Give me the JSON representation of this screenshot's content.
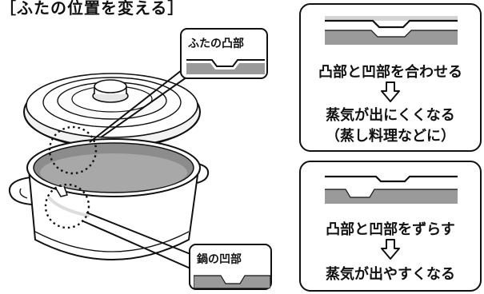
{
  "heading": "［ふたの位置を変える］",
  "callouts": {
    "lid_bump": "ふたの凸部",
    "pot_dent": "鍋の凹部"
  },
  "panel_top": {
    "line1": "凸部と凹部を合わせる",
    "line2": "蒸気が出にくくなる",
    "line3": "（蒸し料理などに）"
  },
  "panel_bottom": {
    "line1": "凸部と凹部をずらす",
    "line2": "蒸気が出やすくなる"
  },
  "colors": {
    "line": "#111111",
    "grey": "#9a9a9a",
    "light_grey": "#d4d4d4",
    "pot_inside": "#8c8c8c"
  }
}
